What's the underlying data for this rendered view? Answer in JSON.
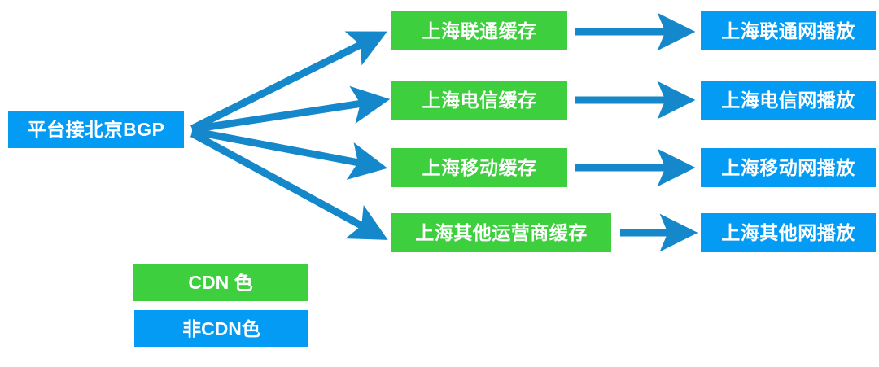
{
  "diagram": {
    "title": "CDN distribution flow",
    "colors": {
      "cdn_green": "#3ecf3e",
      "non_cdn_blue": "#039bf4",
      "arrow_blue": "#1488ca",
      "background": "#ffffff",
      "label_text": "#ffffff"
    },
    "source": {
      "label": "平台接北京BGP",
      "type": "non-cdn"
    },
    "rows": [
      {
        "cache": "上海联通缓存",
        "play": "上海联通网播放"
      },
      {
        "cache": "上海电信缓存",
        "play": "上海电信网播放"
      },
      {
        "cache": "上海移动缓存",
        "play": "上海移动网播放"
      },
      {
        "cache": "上海其他运营商缓存",
        "play": "上海其他网播放"
      }
    ],
    "legend": [
      {
        "label": "CDN 色",
        "color": "#3ecf3e"
      },
      {
        "label": "非CDN色",
        "color": "#039bf4"
      }
    ]
  }
}
